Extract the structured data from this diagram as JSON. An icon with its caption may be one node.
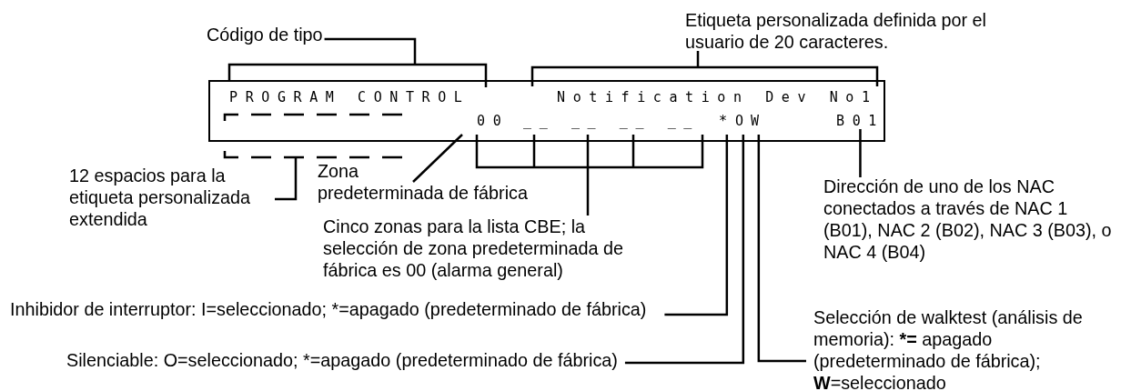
{
  "diagram": {
    "nodes": [
      {
        "text": [],
        "shape": "box"
      },
      {
        "text": [
          "PROGRAM CONTROL"
        ],
        "in": 0
      },
      {
        "text": [
          "Notification Dev No1"
        ],
        "in": 0
      },
      {
        "text": [
          "00"
        ],
        "in": 0
      },
      {
        "text": [
          "__ __ __ __"
        ],
        "in": 0
      },
      {
        "text": [
          "*"
        ],
        "in": 0
      },
      {
        "text": [
          "O"
        ],
        "in": 0
      },
      {
        "text": [
          "W"
        ],
        "in": 0
      },
      {
        "text": [
          "B01"
        ],
        "in": 0
      },
      {
        "text": [],
        "shape": "box"
      },
      {
        "text": [],
        "shape": "bracket"
      },
      {
        "text": [],
        "shape": "bracket"
      },
      {
        "text": [],
        "shape": "bracket"
      },
      {
        "text": [
          "Código de tipo"
        ]
      },
      {
        "text": [
          "Etiqueta personalizada definida por el usuario de 20 caracteres."
        ]
      },
      {
        "text": [
          "12 espacios para la etiqueta personalizada extendida"
        ]
      },
      {
        "text": [
          "Zona predeterminada de fábrica"
        ]
      },
      {
        "text": [
          "Cinco zonas para la lista CBE; la selección de zona predeterminada de fábrica es 00 (alarma general)"
        ]
      },
      {
        "text": [
          "Dirección de uno de los NAC conectados a través de NAC 1 (B01), NAC 2 (B02), NAC 3 (B03), o NAC 4 (B04)"
        ]
      },
      {
        "text": [
          "Inhibidor de interruptor: I=seleccionado; *=apagado (predeterminado de fábrica)"
        ]
      },
      {
        "text": [
          "Silenciable: O=seleccionado; *=apagado (predeterminado de fábrica)"
        ]
      },
      {
        "text": [
          "Selección de walktest (análisis de memoria): ***=** apagado (predeterminado de fábrica); **W**=seleccionado"
        ]
      }
    ],
    "edges": [
      {
        "from": 13,
        "to": 10,
        "arrow": "none"
      },
      {
        "from": 14,
        "to": 11,
        "arrow": "none"
      },
      {
        "from": 15,
        "to": 9,
        "arrow": "none"
      },
      {
        "from": 16,
        "to": 3,
        "arrow": "none"
      },
      {
        "from": 17,
        "to": 12,
        "arrow": "none"
      },
      {
        "from": 18,
        "to": 8,
        "arrow": "none"
      },
      {
        "from": 19,
        "to": 5,
        "arrow": "none"
      },
      {
        "from": 20,
        "to": 6,
        "arrow": "none"
      },
      {
        "from": 21,
        "to": 7,
        "arrow": "none"
      }
    ]
  }
}
